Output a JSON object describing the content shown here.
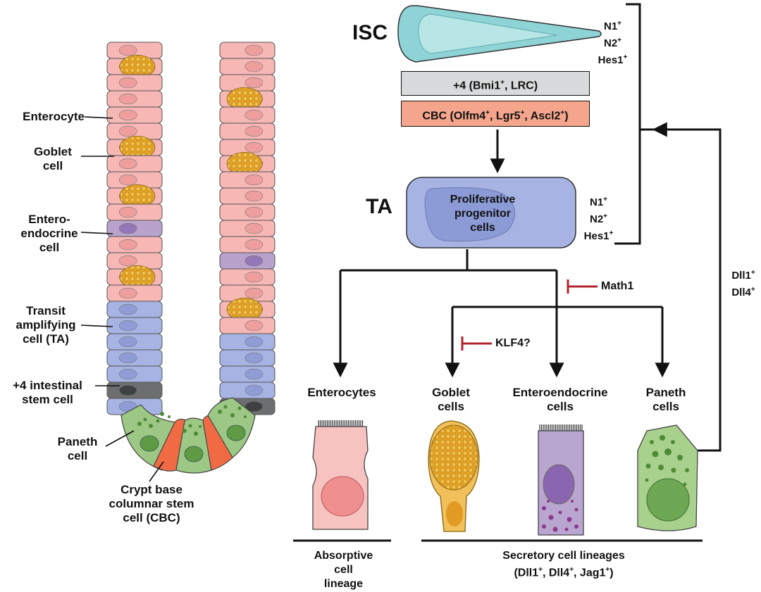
{
  "diagram": {
    "isc_label": "ISC",
    "ta_label": "TA",
    "isc_markers": [
      "N1",
      "N2",
      "Hes1"
    ],
    "ta_markers": [
      "N1",
      "N2",
      "Hes1"
    ],
    "box_plus4": {
      "text": "+4 (Bmi1",
      "sup1": "+",
      "text2": ", LRC)"
    },
    "box_cbc": {
      "text": "CBC (Olfm4",
      "sup1": "+",
      "mid1": ", Lgr5",
      "sup2": "+",
      "mid2": ", Ascl2",
      "sup3": "+",
      "end": ")"
    },
    "ta_cell_text": [
      "Proliferative",
      "progenitor",
      "cells"
    ],
    "math1": "Math1",
    "klf4": "KLF4?",
    "dll_feedback": [
      "Dll1",
      "Dll4"
    ],
    "lineages": {
      "enterocytes": "Enterocytes",
      "goblet": [
        "Goblet",
        "cells"
      ],
      "enteroendocrine": [
        "Enteroendocrine",
        "cells"
      ],
      "paneth": [
        "Paneth",
        "cells"
      ]
    },
    "absorptive": [
      "Absorptive",
      "cell",
      "lineage"
    ],
    "secretory": {
      "line1": "Secretory cell lineages",
      "line2a": "(Dll1",
      "line2b": ", Dll4",
      "line2c": ", Jag1",
      "line2d": ")"
    },
    "crypt_labels": {
      "enterocyte": "Enterocyte",
      "goblet": [
        "Goblet",
        "cell"
      ],
      "enteroendocrine": [
        "Entero-",
        "endocrine",
        "cell"
      ],
      "ta": [
        "Transit",
        "amplifying",
        "cell (TA)"
      ],
      "plus4": [
        "+4 intestinal",
        "stem cell"
      ],
      "paneth": [
        "Paneth",
        "cell"
      ],
      "cbc": [
        "Crypt base",
        "columnar stem",
        "cell (CBC)"
      ]
    }
  },
  "colors": {
    "isc": "#8ed3d6",
    "ta": "#a7b3e2",
    "plus4_box": "#d9dadb",
    "cbc_box": "#f4a58c",
    "enterocyte": "#f6b7b5",
    "goblet": "#e7a92a",
    "enteroendocrine": "#b7a3cc",
    "paneth": "#9dc784",
    "stem_dark": "#6d6e70",
    "inhibit": "#b3232e"
  }
}
